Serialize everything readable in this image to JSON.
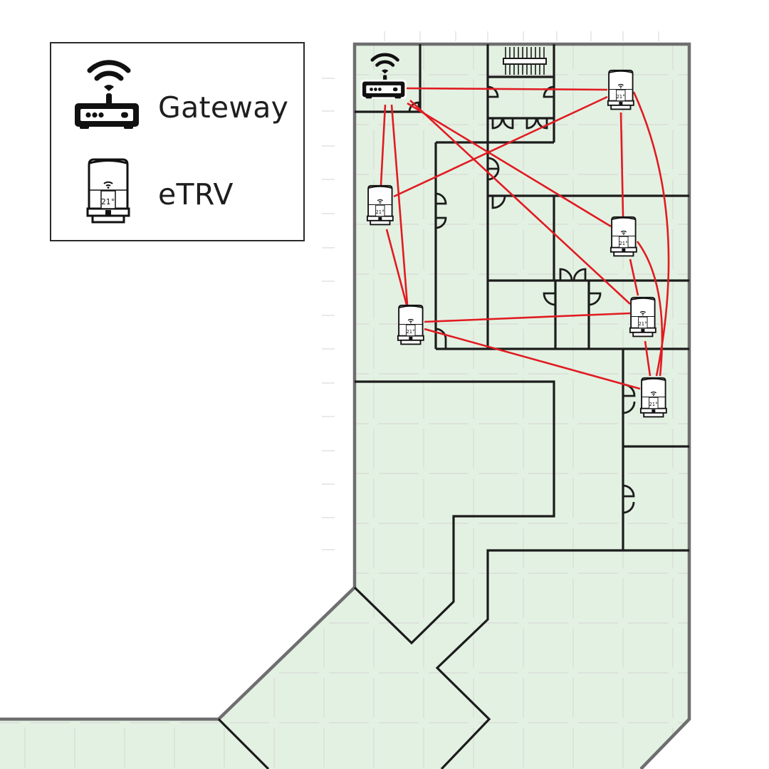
{
  "title": "eTRV wireless mesh network floor plan",
  "legend": {
    "items": [
      {
        "icon": "router-icon",
        "label": "Gateway"
      },
      {
        "icon": "etrv-icon",
        "label": "eTRV"
      }
    ]
  },
  "colors": {
    "floor": "#e3f1e2",
    "outer_wall": "#6e6e70",
    "inner_wall": "#1c1c1c",
    "link": "#e11b22",
    "grid": "#d9ddd8"
  },
  "devices": {
    "gateway": {
      "id": "gw",
      "label": "Gateway"
    },
    "etrvs": [
      {
        "id": "t1",
        "display": "21°"
      },
      {
        "id": "t2",
        "display": "21°"
      },
      {
        "id": "t3",
        "display": "21°"
      },
      {
        "id": "t4",
        "display": "21°"
      },
      {
        "id": "t5",
        "display": "21°"
      },
      {
        "id": "t6",
        "display": "21°"
      }
    ]
  },
  "links": [
    [
      "gw",
      "t1"
    ],
    [
      "gw",
      "t2"
    ],
    [
      "gw",
      "t3"
    ],
    [
      "gw",
      "t4"
    ],
    [
      "gw",
      "t5"
    ],
    [
      "t2",
      "t1"
    ],
    [
      "t2",
      "t3"
    ],
    [
      "t1",
      "t4"
    ],
    [
      "t1",
      "t6"
    ],
    [
      "t4",
      "t5"
    ],
    [
      "t4",
      "t6"
    ],
    [
      "t3",
      "t5"
    ],
    [
      "t3",
      "t6"
    ],
    [
      "t5",
      "t6"
    ]
  ]
}
